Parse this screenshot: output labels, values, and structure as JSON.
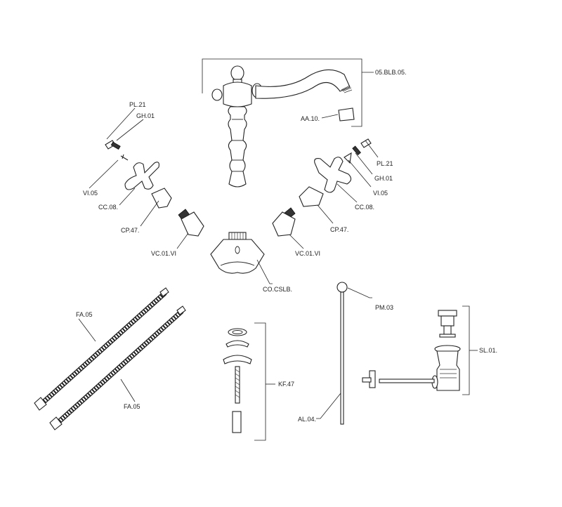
{
  "labels": {
    "faucet_body": "05.BLB.05.",
    "aerator": "AA.10.",
    "pl_left": "PL.21",
    "gh_left": "GH.01",
    "vi_left": "VI.05",
    "cc_left": "CC.08.",
    "cp_left": "CP.47.",
    "vc_left": "VC.01.VI",
    "pl_right": "PL.21",
    "gh_right": "GH.01",
    "vi_right": "VI.05",
    "cc_right": "CC.08.",
    "cp_right": "CP.47.",
    "vc_right": "VC.01.VI",
    "connector": "CO.CSLB.",
    "hose_top": "FA.05",
    "hose_bottom": "FA.05",
    "fixing_kit": "KF.47",
    "pop_up_rod": "PM.03",
    "rod": "AL.04.",
    "waste": "SL.01."
  }
}
